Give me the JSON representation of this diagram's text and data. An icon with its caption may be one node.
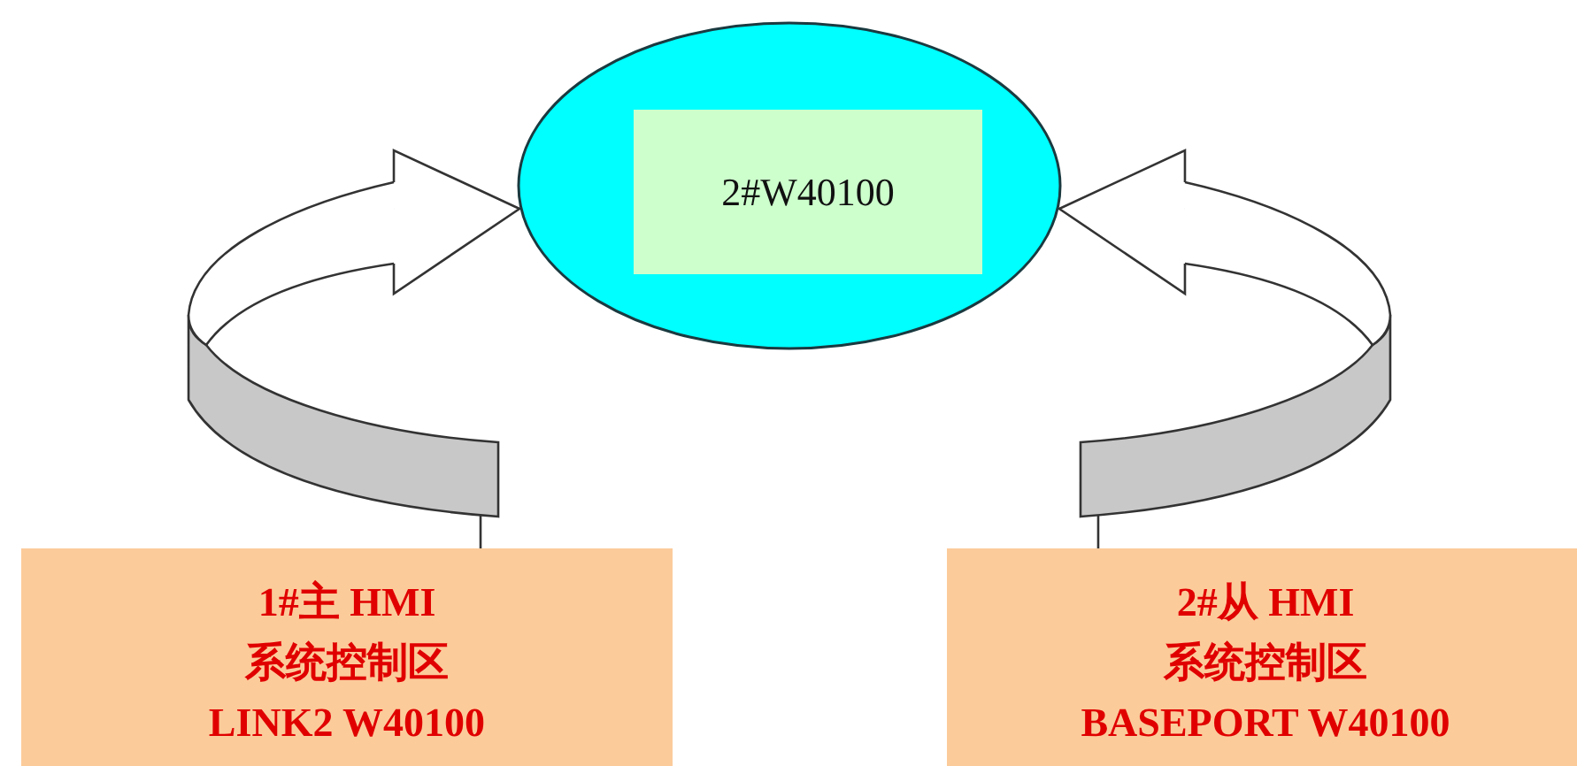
{
  "diagram": {
    "nodes": [
      {
        "text": [],
        "shape": "ellipse"
      },
      {
        "text": [
          "2#W40100"
        ],
        "in": 0
      },
      {
        "text": [
          "1#主 HMI 系统控制区 LINK2 W40100"
        ]
      },
      {
        "text": [
          "2#从 HMI 系统控制区 BASEPORT W40100"
        ]
      }
    ],
    "edges": [
      {
        "from": 2,
        "to": 0,
        "arrow": "to"
      },
      {
        "from": 3,
        "to": 0,
        "arrow": "to"
      }
    ]
  }
}
